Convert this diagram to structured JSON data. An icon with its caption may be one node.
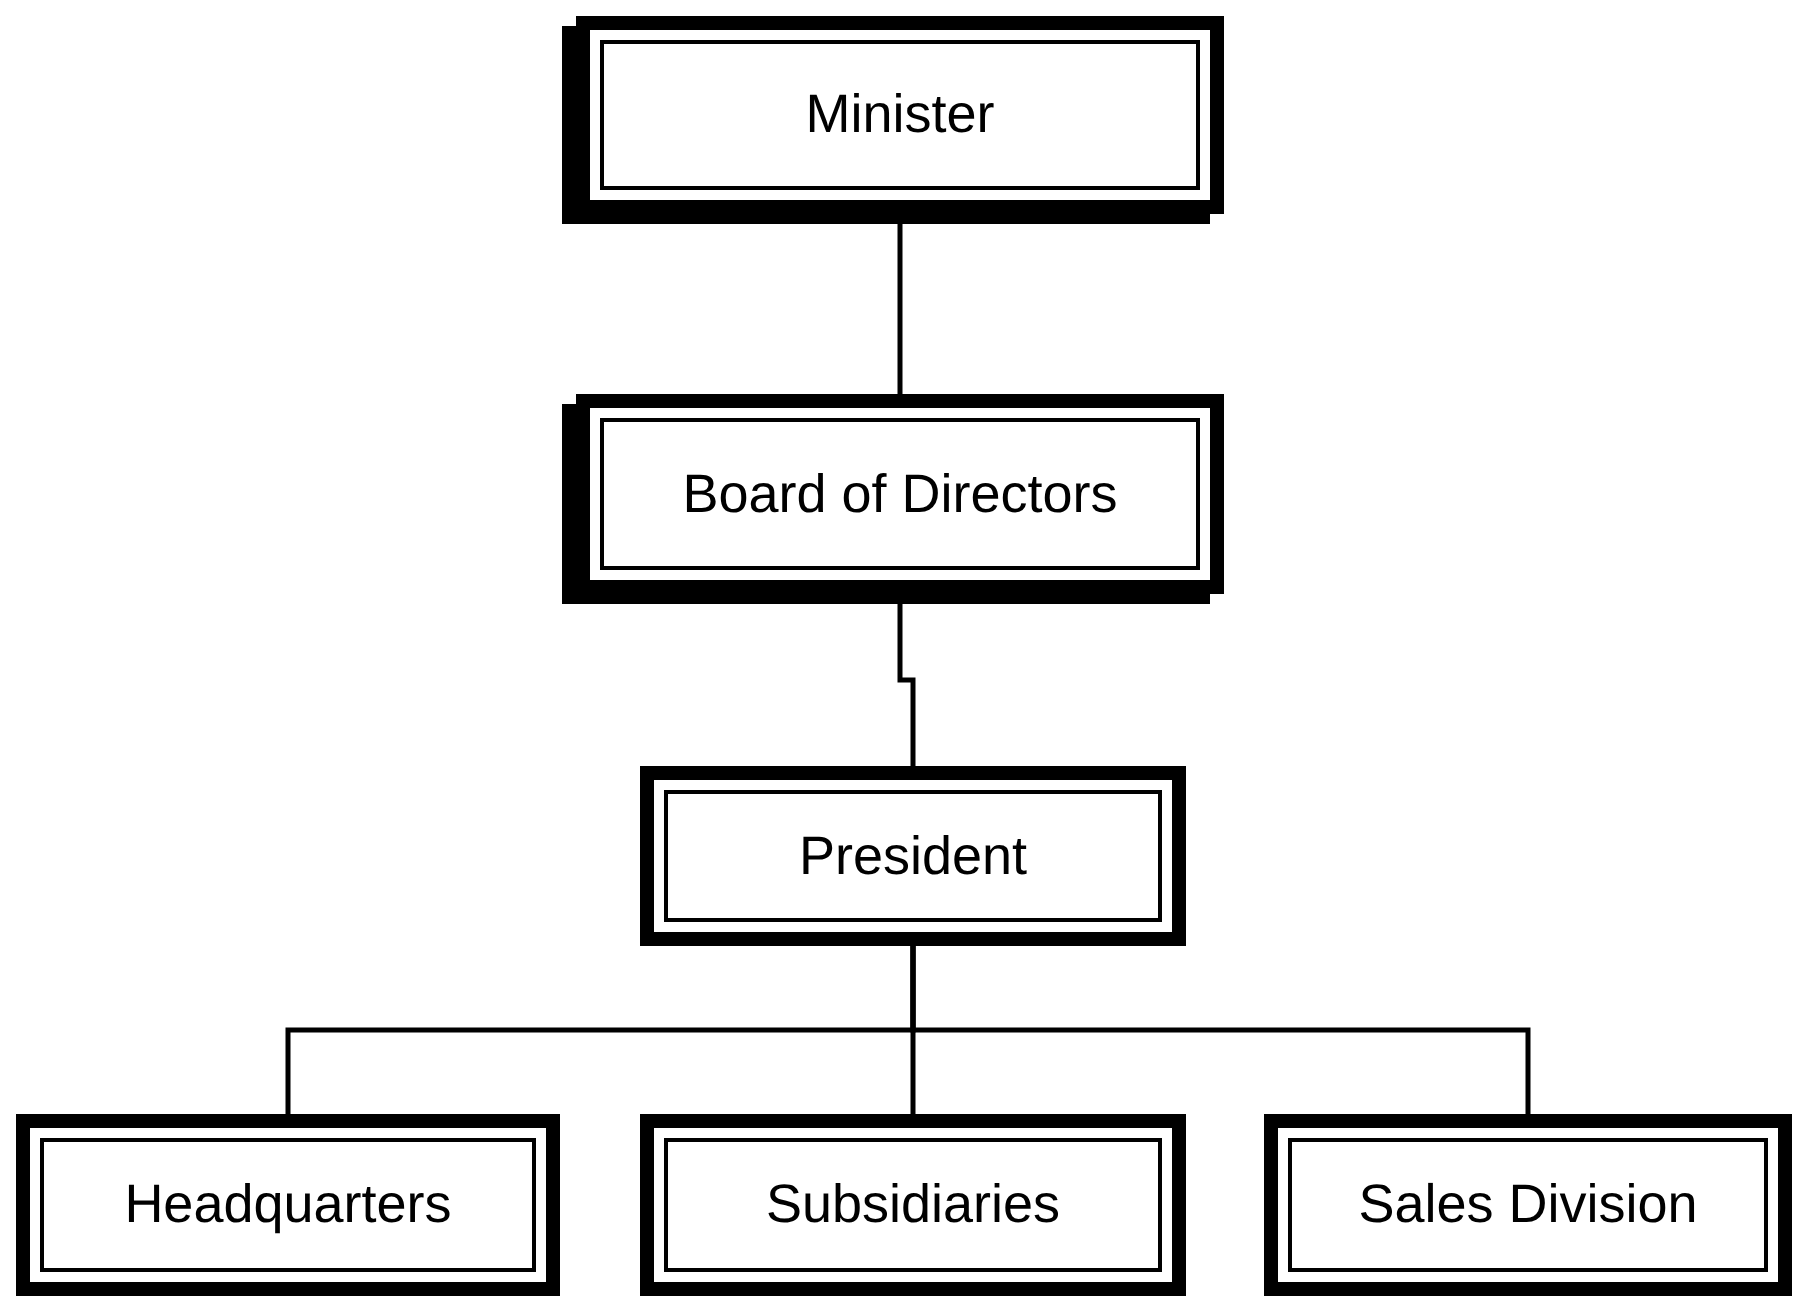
{
  "diagram": {
    "nodes": [
      {
        "text": [
          "Minister"
        ]
      },
      {
        "text": [
          "Board of Directors"
        ]
      },
      {
        "text": [
          "President"
        ]
      },
      {
        "text": [
          "Headquarters"
        ]
      },
      {
        "text": [
          "Subsidiaries"
        ]
      },
      {
        "text": [
          "Sales Division"
        ]
      }
    ],
    "edges": [
      {
        "from": 0,
        "to": 1,
        "arrow": "none"
      },
      {
        "from": 1,
        "to": 2,
        "arrow": "none"
      },
      {
        "from": 2,
        "to": 3,
        "arrow": "none"
      },
      {
        "from": 2,
        "to": 4,
        "arrow": "none"
      },
      {
        "from": 2,
        "to": 5,
        "arrow": "none"
      }
    ]
  }
}
